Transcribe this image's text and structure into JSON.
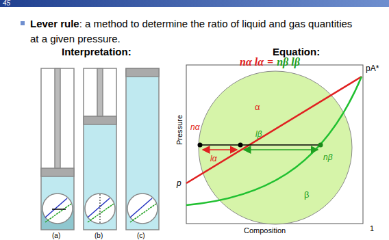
{
  "diagram": {
    "labels": [
      "45",
      "Lever rule",
      ": a method to determine the ratio of liquid and gas quantities at a given pressure.",
      "Interpretation:",
      "Equation:",
      "(a)",
      "(b)",
      "(c)",
      "nα lα",
      "=",
      "nβ lβ",
      "pA*",
      "Pressure",
      "α",
      "β",
      "nα",
      "lα",
      "lβ",
      "nβ",
      "Composition",
      "1",
      "p"
    ]
  }
}
